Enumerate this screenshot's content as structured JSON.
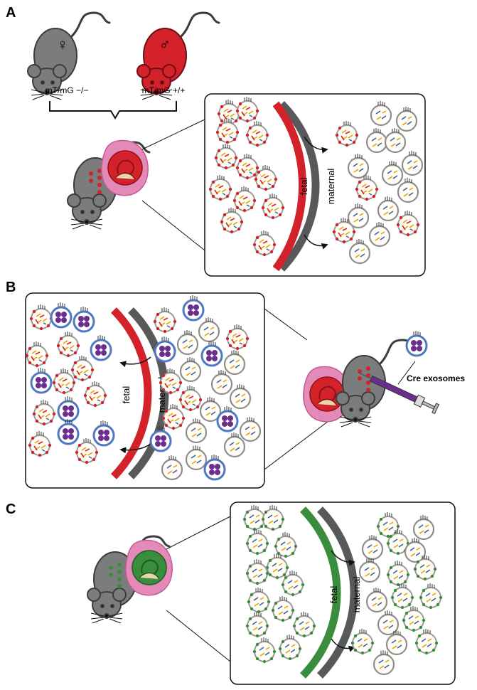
{
  "panels": {
    "a": {
      "letter": "A",
      "female_label": "mT/mG −/−",
      "male_label": "mT/mG +/+",
      "fetal": "fetal",
      "maternal": "maternal"
    },
    "b": {
      "letter": "B",
      "fetal": "fetal",
      "maternal": "maternal",
      "injection_label": "Cre exosomes"
    },
    "c": {
      "letter": "C",
      "fetal": "fetal",
      "maternal": "maternal"
    }
  },
  "symbols": {
    "female": "♀",
    "male": "♂"
  },
  "colors": {
    "mouse_gray": "#7b7c7e",
    "mouse_red": "#d3222a",
    "membrane_red": "#d3222a",
    "membrane_green": "#3a8d3c",
    "membrane_gray": "#58595b",
    "placenta_pink": "#e48ab8",
    "exosome_purple": "#6a2f8e",
    "exosome_blue_ring": "#4f78c4"
  },
  "icons": [
    "female-symbol-icon",
    "male-symbol-icon",
    "mouse-icon",
    "syringe-icon",
    "exosome-icon",
    "placenta-icon"
  ]
}
